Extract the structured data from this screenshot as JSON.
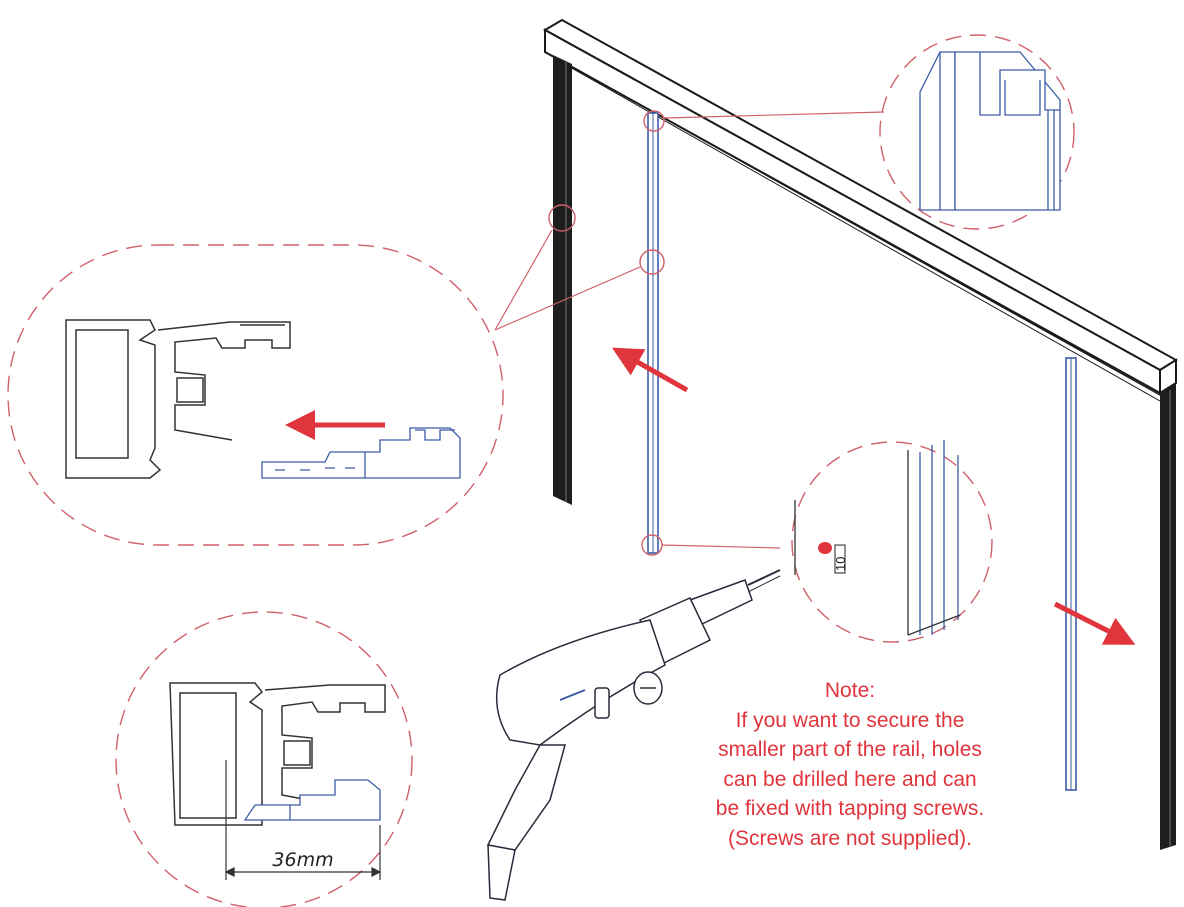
{
  "colors": {
    "annotation": "#e0353c",
    "rail": "#3c5ba8",
    "line": "#1a1a1a",
    "callout": "#d0606a"
  },
  "note": {
    "title": "Note:",
    "lines": [
      "If you want to secure the",
      "smaller part of the rail, holes",
      "can be drilled here and can",
      "be fixed with tapping screws.",
      "(Screws are not supplied)."
    ]
  },
  "detail_hole": {
    "label": "10"
  },
  "detail_profile": {
    "dimension": "36mm"
  },
  "icons": [
    "power-drill-icon",
    "red-arrow-icon"
  ]
}
